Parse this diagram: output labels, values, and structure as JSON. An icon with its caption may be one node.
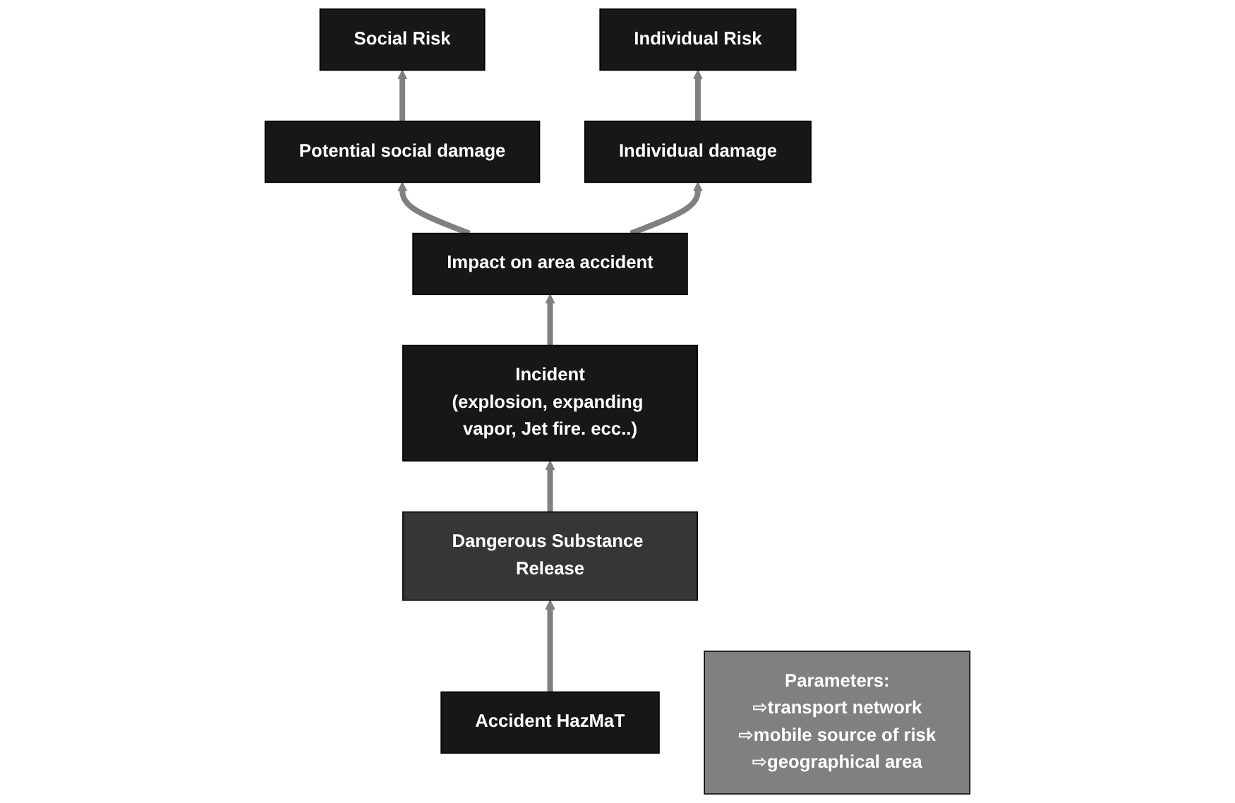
{
  "diagram": {
    "nodes": [
      {
        "text": [
          "Potential social damage"
        ]
      },
      {
        "text": [
          "Impact on area accident"
        ]
      },
      {
        "text": [
          "Individual damage"
        ]
      },
      {
        "text": [
          "Social Risk"
        ]
      },
      {
        "text": [
          "Incident",
          "(explosion, expanding vapor, Jet fire. ecc..)"
        ]
      },
      {
        "text": [
          "Individual Risk"
        ]
      },
      {
        "text": [
          "Dangerous Substance Release"
        ]
      },
      {
        "text": [
          "Accident HazMaT"
        ]
      },
      {
        "text": [
          "Parameters:",
          "⇨transport network",
          "⇨mobile source of risk",
          "⇨geographical area"
        ]
      }
    ],
    "edges": [
      {
        "from": 1,
        "to": 0,
        "arrow": "to"
      },
      {
        "from": 1,
        "to": 2,
        "arrow": "to"
      },
      {
        "from": 0,
        "to": 3,
        "arrow": "to"
      },
      {
        "from": 2,
        "to": 5,
        "arrow": "to"
      },
      {
        "from": 4,
        "to": 1,
        "arrow": "to"
      },
      {
        "from": 6,
        "to": 4,
        "arrow": "to"
      },
      {
        "from": 7,
        "to": 6,
        "arrow": "to"
      }
    ]
  }
}
